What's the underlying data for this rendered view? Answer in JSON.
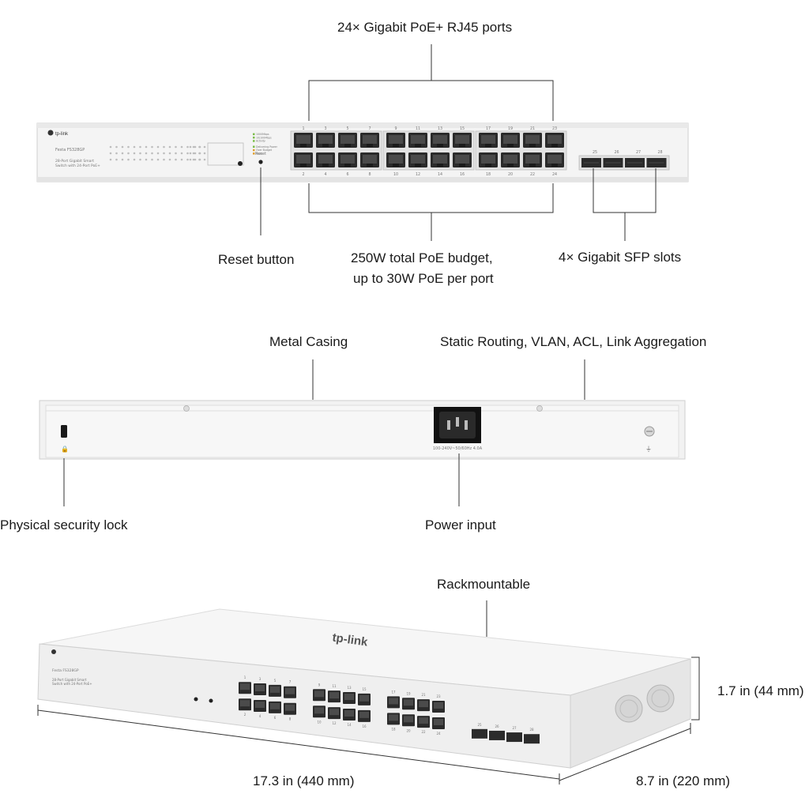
{
  "front_view": {
    "callouts": {
      "ports": "24× Gigabit PoE+ RJ45 ports",
      "reset": "Reset button",
      "poe_line1": "250W total PoE budget,",
      "poe_line2": "up to 30W PoE per port",
      "sfp": "4× Gigabit SFP slots"
    },
    "panel": {
      "brand": "tp-link",
      "model": "Festa FS328GP",
      "desc_line1": "28-Port Gigabit Smart",
      "desc_line2": "Switch with 24-Port PoE+",
      "reset_label": "Reset",
      "led_legend": [
        "1000Mbps",
        "10/100Mbps",
        "Activity",
        "Delivering Power",
        "Over Budget",
        "Fault"
      ],
      "top_port_numbers": [
        "1",
        "3",
        "5",
        "7",
        "9",
        "11",
        "13",
        "15",
        "17",
        "19",
        "21",
        "23"
      ],
      "bottom_port_numbers": [
        "2",
        "4",
        "6",
        "8",
        "10",
        "12",
        "14",
        "16",
        "18",
        "20",
        "22",
        "24"
      ],
      "sfp_numbers": [
        "25",
        "26",
        "27",
        "28"
      ]
    }
  },
  "rear_view": {
    "callouts": {
      "casing": "Metal Casing",
      "features": "Static Routing, VLAN, ACL, Link Aggregation",
      "lock": "Physical security lock",
      "power": "Power input"
    },
    "power_rating": "100-240V~50/60Hz 4.0A"
  },
  "perspective_view": {
    "callouts": {
      "rack": "Rackmountable",
      "height": "1.7 in (44 mm)",
      "width": "17.3 in (440 mm)",
      "depth": "8.7 in (220 mm)"
    }
  }
}
